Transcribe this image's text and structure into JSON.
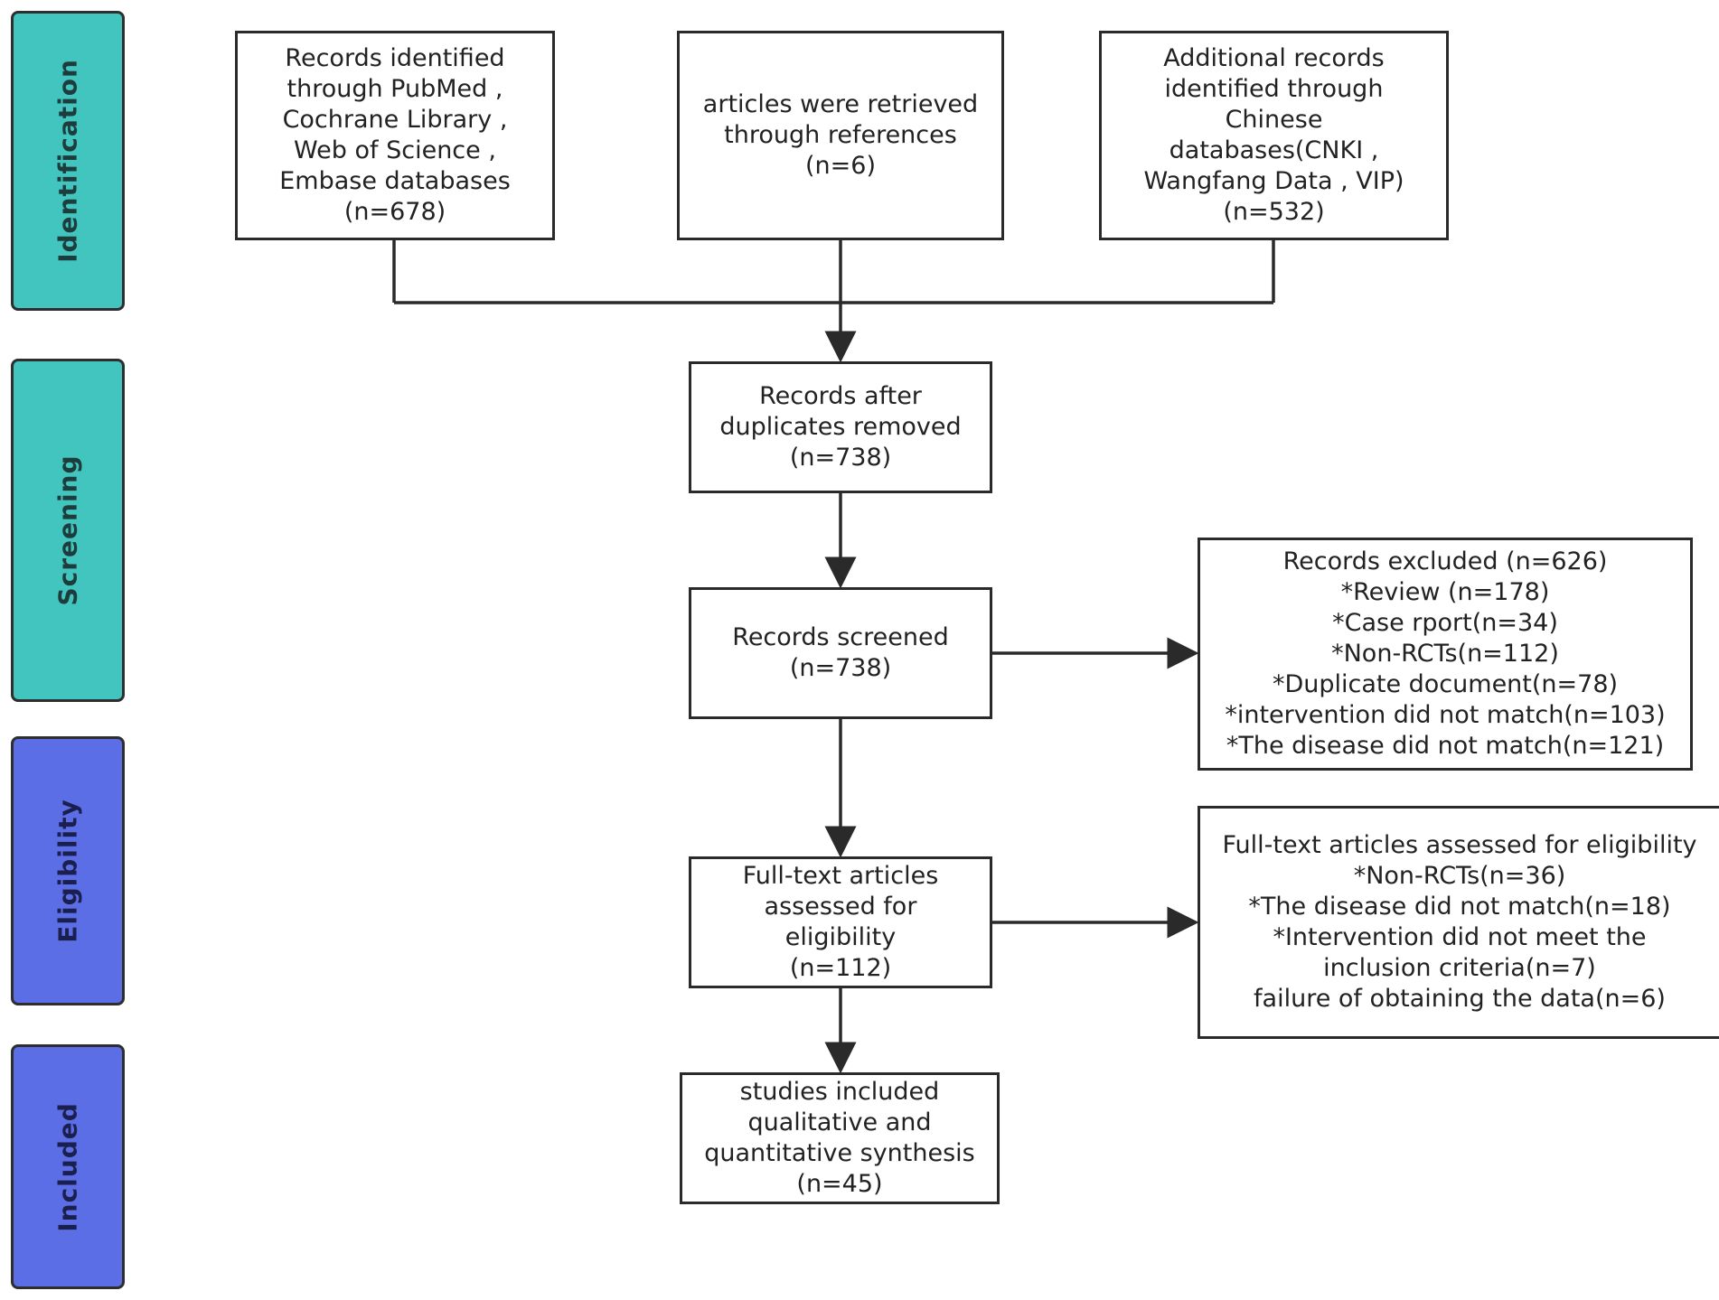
{
  "phases": {
    "identification": "Identification",
    "screening": "Screening",
    "eligibility": "Eligibility",
    "included": "Included"
  },
  "boxes": {
    "pubmed": [
      "Records identified",
      "through PubMed ,",
      "Cochrane Library ,",
      "Web of Science ,",
      "Embase databases",
      "(n=678)"
    ],
    "references": [
      "articles were retrieved",
      "through references",
      "(n=6)"
    ],
    "chinese": [
      "Additional records",
      "identified through",
      "Chinese",
      "databases(CNKI ,",
      "Wangfang Data , VIP)",
      "(n=532)"
    ],
    "dedup": [
      "Records after",
      "duplicates removed",
      "(n=738)"
    ],
    "screened": [
      "Records screened",
      "(n=738)"
    ],
    "excluded": [
      "Records excluded (n=626)",
      "*Review (n=178)",
      "*Case rport(n=34)",
      "*Non-RCTs(n=112)",
      "*Duplicate document(n=78)",
      "*intervention did not match(n=103)",
      "*The disease did not match(n=121)"
    ],
    "fulltext": [
      "Full-text articles",
      "assessed for",
      "eligibility",
      "(n=112)"
    ],
    "fulltext_excluded": [
      "Full-text articles assessed for eligibility",
      "*Non-RCTs(n=36)",
      "*The disease did not match(n=18)",
      "*Intervention did not meet the",
      "inclusion criteria(n=7)",
      "failure of obtaining the data(n=6)"
    ],
    "included": [
      "studies included",
      "qualitative and",
      "quantitative synthesis",
      "(n=45)"
    ]
  },
  "colors": {
    "teal_phase": "#42c4bf",
    "blue_phase": "#5c6ee6",
    "stroke": "#2a2a2a"
  }
}
